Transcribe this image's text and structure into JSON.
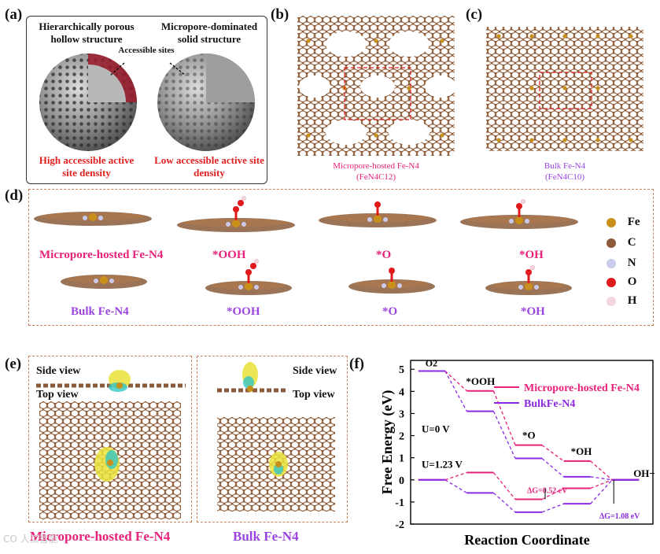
{
  "panels": {
    "a": {
      "label": "(a)",
      "left_title": "Hierarchically porous hollow structure",
      "right_title": "Micropore-dominated solid structure",
      "sites_label": "Accessible sites",
      "left_caption": "High accessible active site density",
      "right_caption": "Low accessible active site density"
    },
    "b": {
      "label": "(b)",
      "caption": "Micropore-hosted Fe-N4",
      "formula": "(FeN4C12)"
    },
    "c": {
      "label": "(c)",
      "caption": "Bulk Fe-N4",
      "formula": "(FeN4C10)"
    },
    "d": {
      "label": "(d)",
      "row1_labels": [
        "Micropore-hosted Fe-N4",
        "*OOH",
        "*O",
        "*OH"
      ],
      "row2_labels": [
        "Bulk Fe-N4",
        "*OOH",
        "*O",
        "*OH"
      ],
      "legend": [
        {
          "symbol": "Fe",
          "color": "#c8901a"
        },
        {
          "symbol": "C",
          "color": "#8a5a3a"
        },
        {
          "symbol": "N",
          "color": "#c9ccec"
        },
        {
          "symbol": "O",
          "color": "#e01a1a"
        },
        {
          "symbol": "H",
          "color": "#f4d6e0"
        }
      ]
    },
    "e": {
      "label": "(e)",
      "side_view": "Side view",
      "top_view": "Top view",
      "left_caption": "Micropore-hosted Fe-N4",
      "right_caption": "Bulk Fe-N4"
    },
    "f": {
      "label": "(f)"
    }
  },
  "watermark": "CO 人工智能",
  "chart_data": {
    "type": "line",
    "title": "",
    "xlabel": "Reaction Coordinate",
    "ylabel": "Free Energy (eV)",
    "ylim": [
      -2,
      5.4
    ],
    "yticks": [
      -2,
      -1,
      0,
      1,
      2,
      3,
      4,
      5
    ],
    "categories": [
      "O2",
      "*OOH",
      "*O",
      "*OH",
      "OH-"
    ],
    "series": [
      {
        "name": "Micropore-hosted Fe-N4",
        "potential": "U=0 V",
        "color": "#e8217a",
        "values": [
          4.92,
          4.02,
          1.57,
          0.85,
          0
        ]
      },
      {
        "name": "BulkFe-N4",
        "potential": "U=0 V",
        "color": "#8a2be2",
        "values": [
          4.92,
          3.1,
          0.97,
          0.14,
          0
        ]
      },
      {
        "name": "Micropore-hosted Fe-N4",
        "potential": "U=1.23 V",
        "color": "#e8217a",
        "values": [
          0,
          0.33,
          -0.88,
          -0.38,
          0
        ]
      },
      {
        "name": "BulkFe-N4",
        "potential": "U=1.23 V",
        "color": "#8a2be2",
        "values": [
          0,
          -0.59,
          -1.46,
          -1.08,
          0
        ]
      }
    ],
    "annotations": {
      "o2": "O2",
      "ooh": "*OOH",
      "o": "*O",
      "oh": "*OH",
      "ohminus": "OH−",
      "u0": "U=0 V",
      "u123": "U=1.23 V",
      "dg1": "ΔG=0.52 eV",
      "dg2": "ΔG=1.08 eV"
    }
  }
}
